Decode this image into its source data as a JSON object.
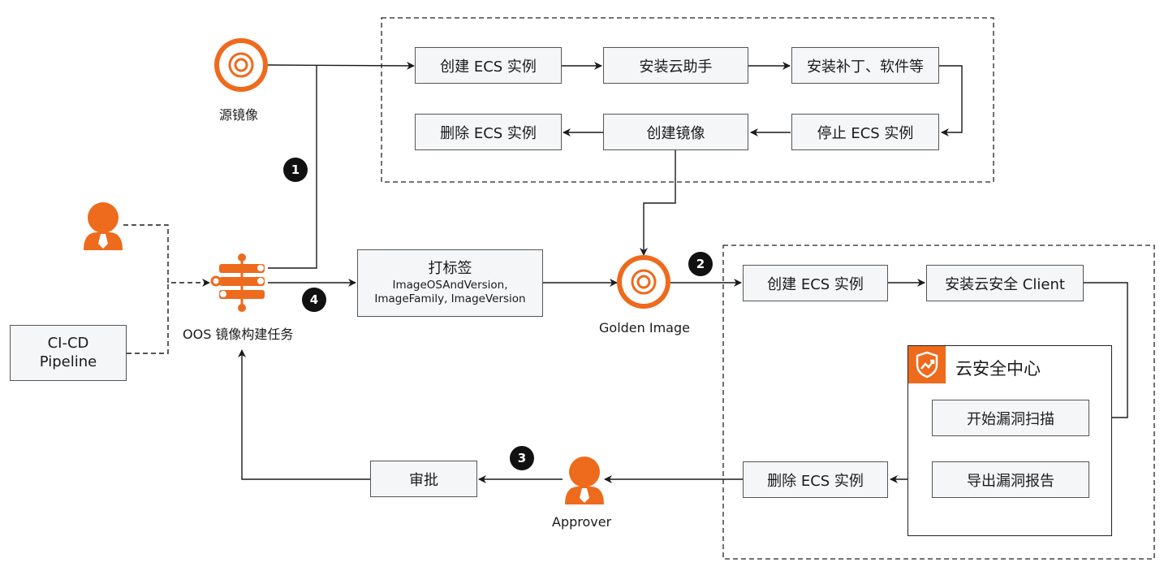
{
  "nodes": {
    "source_image": "源镜像",
    "create_ecs_1": "创建 ECS 实例",
    "install_assistant": "安装云助手",
    "install_patches": "安装补丁、软件等",
    "stop_ecs": "停止 ECS 实例",
    "create_image": "创建镜像",
    "delete_ecs_1": "删除 ECS 实例",
    "ci_cd_line1": "CI-CD",
    "ci_cd_line2": "Pipeline",
    "oos_task": "OOS 镜像构建任务",
    "tag_title": "打标签",
    "tag_line1": "ImageOSAndVersion,",
    "tag_line2": "ImageFamily, ImageVersion",
    "golden_image": "Golden Image",
    "create_ecs_2": "创建 ECS 实例",
    "install_security_client": "安装云安全 Client",
    "security_center": "云安全中心",
    "start_scan": "开始漏洞扫描",
    "export_report": "导出漏洞报告",
    "delete_ecs_2": "删除 ECS 实例",
    "approve": "审批",
    "approver": "Approver"
  },
  "badges": {
    "b1": "1",
    "b2": "2",
    "b3": "3",
    "b4": "4"
  },
  "colors": {
    "accent": "#ee6a1c",
    "box_fill": "#f5f6f8",
    "line": "#1a1a1a"
  }
}
